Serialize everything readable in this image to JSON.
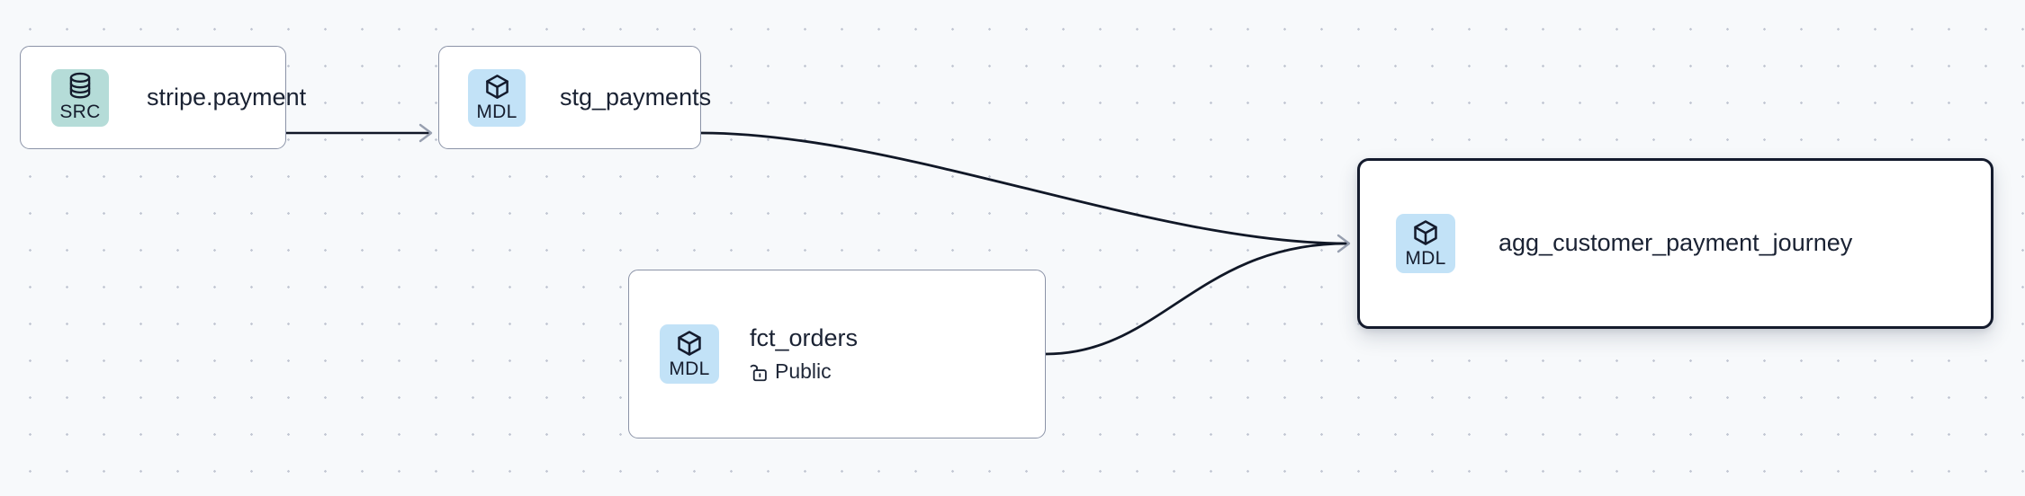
{
  "canvas": {
    "background_color": "#f7f9fb",
    "grid_dot_color": "#c3c8d4"
  },
  "theme": {
    "source_badge_color": "#b5dcd8",
    "model_badge_color": "#c2e2f7",
    "node_border_color": "#8b93a7",
    "selected_border_color": "#141b2d",
    "edge_color": "#111827",
    "arrowhead_color": "#98a0b0",
    "text_color": "#1a2233"
  },
  "graph": {
    "nodes": [
      {
        "id": "stripe-payment",
        "title": "stripe.payment",
        "badge_text": "SRC",
        "badge_icon": "database-icon",
        "badge_kind": "src",
        "selected": false,
        "subtitle": null,
        "subtitle_icon": null
      },
      {
        "id": "stg-payments",
        "title": "stg_payments",
        "badge_text": "MDL",
        "badge_icon": "cube-icon",
        "badge_kind": "mdl",
        "selected": false,
        "subtitle": null,
        "subtitle_icon": null
      },
      {
        "id": "fct-orders",
        "title": "fct_orders",
        "badge_text": "MDL",
        "badge_icon": "cube-icon",
        "badge_kind": "mdl",
        "selected": false,
        "subtitle": "Public",
        "subtitle_icon": "unlock-icon"
      },
      {
        "id": "agg-customer-payment-journey",
        "title": "agg_customer_payment_journey",
        "badge_text": "MDL",
        "badge_icon": "cube-icon",
        "badge_kind": "mdl",
        "selected": true,
        "subtitle": null,
        "subtitle_icon": null
      }
    ],
    "edges": [
      {
        "from": "stripe-payment",
        "to": "stg-payments",
        "shape": "straight"
      },
      {
        "from": "stg-payments",
        "to": "agg-customer-payment-journey",
        "shape": "bezier"
      },
      {
        "from": "fct-orders",
        "to": "agg-customer-payment-journey",
        "shape": "bezier"
      }
    ]
  }
}
